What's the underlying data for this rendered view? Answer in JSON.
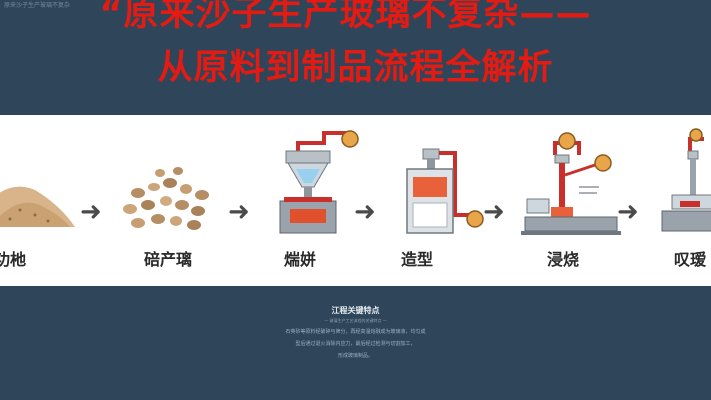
{
  "corner_text": "原来沙子生产玻璃不复杂",
  "title_line1": "“原来沙子生产玻璃不复杂——",
  "title_line2": "从原料到制品流程全解析",
  "stages": [
    {
      "label": "功杝",
      "icon": "sand-pile-icon"
    },
    {
      "label": "碚产璃",
      "icon": "pebbles-icon"
    },
    {
      "label": "煓姘",
      "icon": "furnace-hopper-icon"
    },
    {
      "label": "造型",
      "icon": "molding-machine-icon"
    },
    {
      "label": "浸烧",
      "icon": "annealing-machine-icon"
    },
    {
      "label": "叹瑷",
      "icon": "finishing-machine-icon"
    }
  ],
  "arrow_glyph": "➜",
  "footer": {
    "title": "江程关键特点",
    "subtitle": "— 玻璃生产工艺流程的关键特点 —",
    "lines": [
      "石英砂等原料经破碎与筛分，再经高温熔融成为玻璃液，均匀成",
      "型后通过退火消除内应力，最后经过检测与切割加工，",
      "形成玻璃制品。"
    ]
  },
  "colors": {
    "background": "#2f4559",
    "title": "#e41b12",
    "accent_orange": "#e8a54a",
    "pipe_red": "#c9302c",
    "metal_gray": "#9aa3ab"
  }
}
